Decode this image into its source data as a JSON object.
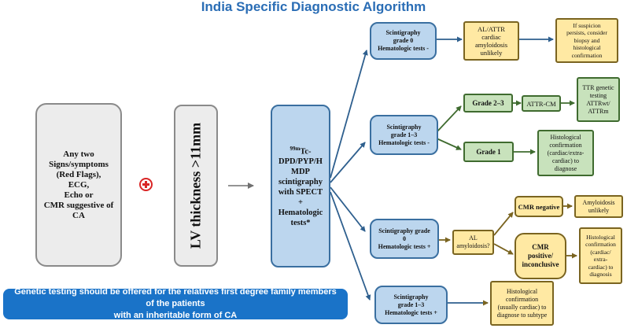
{
  "title": "India Specific Diagnostic Algorithm",
  "nodes": {
    "signs": [
      "Any two",
      "Signs/symptoms",
      "(Red Flags),",
      "ECG,",
      "Echo or",
      "CMR suggestive of",
      "CA"
    ],
    "lv_thickness": "LV thickness >11mm",
    "scinti_main": {
      "sup": "99m",
      "lines": [
        "Tc-",
        "DPD/PYP/H",
        "MDP",
        "scintigraphy",
        "with SPECT",
        "+",
        "Hematologic",
        "tests*"
      ]
    },
    "s0_minus": [
      "Scintigraphy",
      "grade 0",
      "Hematologic tests -"
    ],
    "s13_minus": [
      "Scintigraphy",
      "grade 1–3",
      "Hematologic tests -"
    ],
    "s0_plus": [
      "Scintigraphy grade",
      "0",
      "Hematologic tests +"
    ],
    "s13_plus": [
      "Scintigraphy",
      "grade 1–3",
      "Hematologic tests +"
    ],
    "al_attr": [
      "AL/ATTR",
      "cardiac",
      "amyloidosis",
      "unlikely"
    ],
    "suspicion": [
      "If suspicion",
      "persists, consider",
      "biopsy and",
      "histological",
      "confirmation"
    ],
    "grade23": "Grade 2–3",
    "attr_cm": "ATTR-CM",
    "ttr": [
      "TTR genetic",
      "testing",
      "ATTRwt/",
      "ATTRm"
    ],
    "grade1": "Grade 1",
    "histo_green": [
      "Histological",
      "confirmation",
      "(cardiac/extra-",
      "cardiac) to",
      "diagnose"
    ],
    "al_q": [
      "AL",
      "amyloidosis?"
    ],
    "cmr_neg": "CMR negative",
    "amy_unlikely": [
      "Amyloidosis",
      "unlikely"
    ],
    "cmr_pos": [
      "CMR",
      "positive/",
      "inconclusive"
    ],
    "histo_right": [
      "Histological",
      "confirmation",
      "(cardiac/",
      "extra-",
      "cardiac) to",
      "diagnosis"
    ],
    "histo_bottom": [
      "Histological",
      "confirmation",
      "(usually cardiac) to",
      "diagnose to subtype"
    ]
  },
  "banner": [
    "Genetic testing should be offered for the relatives first degree family members of the patients",
    "with an inheritable form of CA"
  ],
  "colors": {
    "title": "#2a6db5",
    "arrow_blue": "#2e5f8e",
    "arrow_green": "#3f6b2f",
    "arrow_gold": "#7a6420",
    "banner": "#1a73c8",
    "plus_icon": "#d92626"
  }
}
